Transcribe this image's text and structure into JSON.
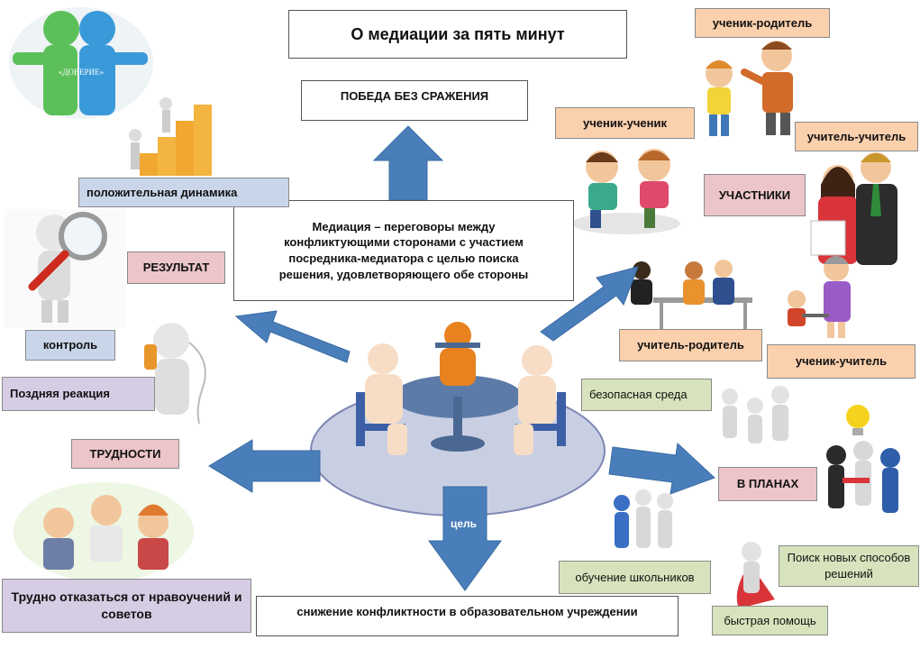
{
  "title": "О медиации за пять минут",
  "center_text": "Медиация – переговоры между конфликтующими сторонами с участием посредника-медиатора с целью поиска решения, удовлетворяющего обе стороны",
  "top_box": "ПОБЕДА БЕЗ СРАЖЕНИЯ",
  "bottom_box": "снижение конфликтности в образовательном учреждении",
  "arrow_label": "цель",
  "logo_text": "«ДОВЕРИЕ»",
  "left": {
    "dynamics": "положительная динамика",
    "result": "РЕЗУЛЬТАТ",
    "control": "контроль",
    "late_reaction": "Поздняя реакция",
    "difficulties": "ТРУДНОСТИ",
    "hard_refuse": "Трудно отказаться от нравоучений и советов"
  },
  "right": {
    "student_parent": "ученик-родитель",
    "student_student": "ученик-ученик",
    "teacher_teacher": "учитель-учитель",
    "participants": "УЧАСТНИКИ",
    "teacher_parent": "учитель-родитель",
    "student_teacher": "ученик-учитель",
    "safe_env": "безопасная среда",
    "plans": "В ПЛАНАХ",
    "teaching": "обучение школьников",
    "new_ways": "Поиск новых способов решений",
    "quick_help": "быстрая помощь"
  },
  "colors": {
    "arrow": "#4a7ebb",
    "orange_box": "#fbd0ad",
    "pink_box": "#ecc5c8",
    "blue_box": "#c9d6ea",
    "lavender_box": "#d6cce4",
    "green_box": "#d7e3bc"
  }
}
